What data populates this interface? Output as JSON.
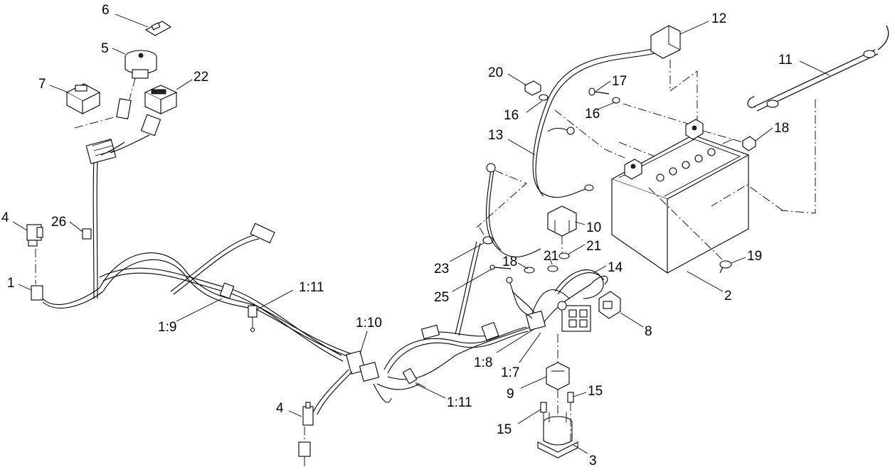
{
  "diagram": {
    "callouts": [
      {
        "id": "c6",
        "label": "6"
      },
      {
        "id": "c5",
        "label": "5"
      },
      {
        "id": "c7",
        "label": "7"
      },
      {
        "id": "c22",
        "label": "22"
      },
      {
        "id": "c4a",
        "label": "4"
      },
      {
        "id": "c26",
        "label": "26"
      },
      {
        "id": "c1",
        "label": "1"
      },
      {
        "id": "c1_9",
        "label": "1:9"
      },
      {
        "id": "c1_11a",
        "label": "1:11"
      },
      {
        "id": "c1_10",
        "label": "1:10"
      },
      {
        "id": "c1_11b",
        "label": "1:11"
      },
      {
        "id": "c4b",
        "label": "4"
      },
      {
        "id": "c12",
        "label": "12"
      },
      {
        "id": "c11",
        "label": "11"
      },
      {
        "id": "c20",
        "label": "20"
      },
      {
        "id": "c17",
        "label": "17"
      },
      {
        "id": "c16a",
        "label": "16"
      },
      {
        "id": "c16b",
        "label": "16"
      },
      {
        "id": "c18a",
        "label": "18"
      },
      {
        "id": "c13",
        "label": "13"
      },
      {
        "id": "c10",
        "label": "10"
      },
      {
        "id": "c21a",
        "label": "21"
      },
      {
        "id": "c21b",
        "label": "21"
      },
      {
        "id": "c19",
        "label": "19"
      },
      {
        "id": "c23",
        "label": "23"
      },
      {
        "id": "c18b",
        "label": "18"
      },
      {
        "id": "c14",
        "label": "14"
      },
      {
        "id": "c25",
        "label": "25"
      },
      {
        "id": "c2",
        "label": "2"
      },
      {
        "id": "c8",
        "label": "8"
      },
      {
        "id": "c1_8",
        "label": "1:8"
      },
      {
        "id": "c1_7",
        "label": "1:7"
      },
      {
        "id": "c9",
        "label": "9"
      },
      {
        "id": "c15a",
        "label": "15"
      },
      {
        "id": "c15b",
        "label": "15"
      },
      {
        "id": "c3",
        "label": "3"
      }
    ]
  }
}
